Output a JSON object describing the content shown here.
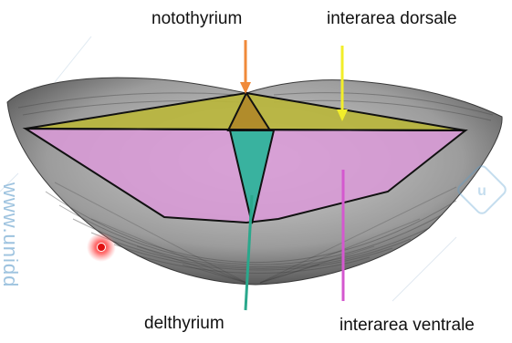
{
  "labels": {
    "notothyrium": "notothyrium",
    "interarea_dorsale": "interarea dorsale",
    "delthyrium": "delthyrium",
    "interarea_ventrale": "interarea ventrale"
  },
  "watermark": {
    "text": "www.unidd"
  },
  "colors": {
    "interarea_dorsale_fill": "#b9b63a",
    "interarea_ventrale_fill": "#d89ad6",
    "delthyrium_fill": "#2bb39a",
    "notothyrium_fill": "#b08a2a",
    "arrow_notothyrium": "#f08a3a",
    "arrow_interarea_dorsale": "#f2ee2a",
    "line_delthyrium": "#2aa88c",
    "line_interarea_ventrale": "#d458cf",
    "outline": "#111111",
    "red_dot": "#e01010"
  }
}
